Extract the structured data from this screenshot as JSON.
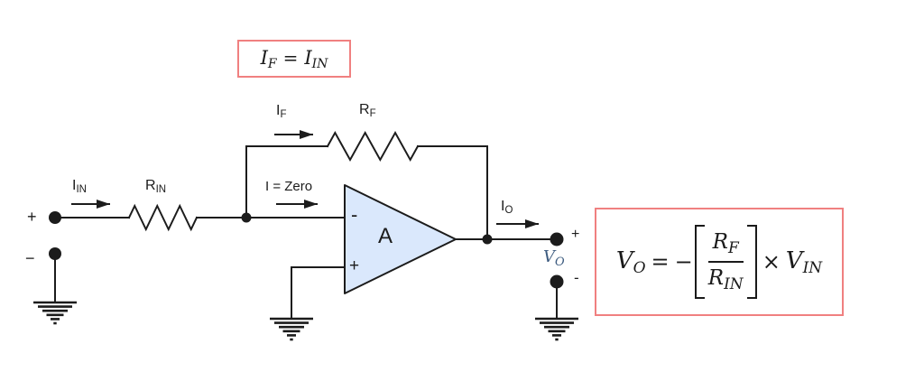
{
  "colors": {
    "background": "#ffffff",
    "wire": "#1c1c1c",
    "opamp-fill": "#dae8fc",
    "box-border": "#f08080",
    "vo-label": "#3e5c80"
  },
  "formula_top": {
    "lhs_base": "I",
    "lhs_sub": "F",
    "equals": "=",
    "rhs_base": "I",
    "rhs_sub": "IN"
  },
  "formula_gain": {
    "lhs_base": "V",
    "lhs_sub": "O",
    "equals": "=",
    "minus": "−",
    "num_base": "R",
    "num_sub": "F",
    "den_base": "R",
    "den_sub": "IN",
    "times": "×",
    "rhs_base": "V",
    "rhs_sub": "IN"
  },
  "circuit_labels": {
    "input_current": {
      "base": "I",
      "sub": "IN"
    },
    "input_resistor": {
      "base": "R",
      "sub": "IN"
    },
    "feedback_current": {
      "base": "I",
      "sub": "F"
    },
    "feedback_resistor": {
      "base": "R",
      "sub": "F"
    },
    "zero_current": "I = Zero",
    "output_current": {
      "base": "I",
      "sub": "O"
    },
    "output_voltage": {
      "base": "V",
      "sub": "O"
    },
    "opamp_gain": "A",
    "opamp_inverting": "-",
    "opamp_noninverting": "+",
    "input_plus": "+",
    "input_minus": "−",
    "output_plus": "+",
    "output_minus": "-"
  }
}
